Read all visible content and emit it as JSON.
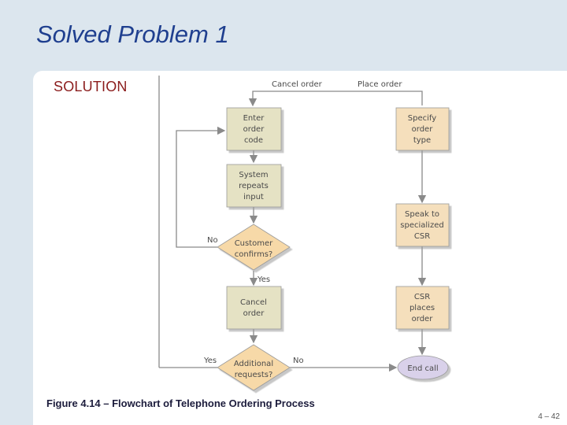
{
  "slide": {
    "title": "Solved Problem 1",
    "section": "SOLUTION",
    "caption": "Figure 4.14 – Flowchart of Telephone Ordering Process",
    "page_number": "4 – 42"
  },
  "flowchart": {
    "nodes": {
      "enter_order_code": [
        "Enter",
        "order",
        "code"
      ],
      "system_repeats_input": [
        "System",
        "repeats",
        "input"
      ],
      "customer_confirms": [
        "Customer",
        "confirms?"
      ],
      "cancel_order": [
        "Cancel",
        "order"
      ],
      "additional_requests": [
        "Additional",
        "requests?"
      ],
      "specify_order_type": [
        "Specify",
        "order",
        "type"
      ],
      "speak_to_csr": [
        "Speak to",
        "specialized",
        "CSR"
      ],
      "csr_places_order": [
        "CSR",
        "places",
        "order"
      ],
      "end_call": [
        "End call"
      ]
    },
    "labels": {
      "cancel_order_branch": "Cancel order",
      "place_order_branch": "Place order",
      "no_confirm": "No",
      "yes_confirm": "Yes",
      "yes_additional": "Yes",
      "no_additional": "No"
    },
    "colors": {
      "process_fill": "#e5e2c4",
      "order_fill": "#f5dfbc",
      "decision_fill": "#f7d9a8",
      "terminal_fill": "#d9d1ea",
      "line": "#8a8a8a"
    }
  }
}
